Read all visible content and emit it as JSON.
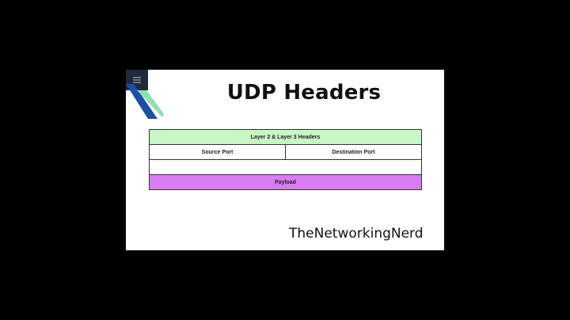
{
  "slide": {
    "title": "UDP Headers",
    "brand": "TheNetworkingNerd"
  },
  "colors": {
    "background": "#000000",
    "slide": "#ffffff",
    "layer_headers_fill": "#c8f7c5",
    "payload_fill": "#d97cf2",
    "deco_dark": "#1f2a3a",
    "deco_blue": "#1a4fa3",
    "deco_green": "#8fe0b0"
  },
  "diagram": {
    "layer_headers_label": "Layer 2 & Layer 3 Headers",
    "source_port_label": "Source Port",
    "destination_port_label": "Destination Port",
    "empty_row_label": "",
    "payload_label": "Payload"
  },
  "icons": {
    "menu": "menu-icon"
  }
}
